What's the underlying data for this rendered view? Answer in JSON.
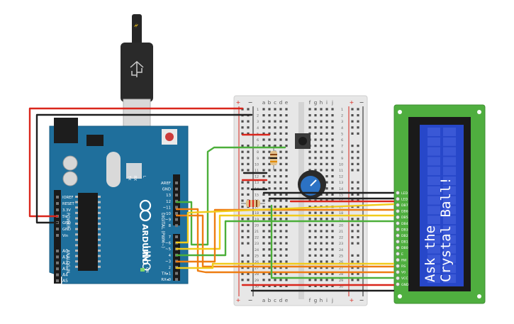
{
  "arduino": {
    "brand": "ARDUINO",
    "model": "UNO",
    "on_label": "ON",
    "tx_label": "TX",
    "rx_label": "RX",
    "l_label": "L",
    "power_label": "POWER",
    "analog_label": "ANALOG IN",
    "digital_label": "DIGITAL (PWM~)",
    "power_pins": [
      "IOREF",
      "RESET",
      "3.3V",
      "5V",
      "GND",
      "GND",
      "Vin"
    ],
    "analog_pins": [
      "A0",
      "A1",
      "A2",
      "A3",
      "A4",
      "A5"
    ],
    "digital_top": [
      "AREF",
      "GND",
      "13",
      "12",
      "~11",
      "~10",
      "~9",
      "8"
    ],
    "digital_bottom": [
      "7",
      "~6",
      "~5",
      "4",
      "~3",
      "2",
      "TX▸1",
      "RX◂0"
    ]
  },
  "breadboard": {
    "columns_left": [
      "a",
      "b",
      "c",
      "d",
      "e"
    ],
    "columns_right": [
      "f",
      "g",
      "h",
      "i",
      "j"
    ],
    "rows": [
      "1",
      "2",
      "3",
      "4",
      "5",
      "6",
      "7",
      "8",
      "9",
      "10",
      "11",
      "12",
      "13",
      "14",
      "15",
      "16",
      "17",
      "18",
      "19",
      "20",
      "21",
      "22",
      "23",
      "24",
      "25",
      "26",
      "27",
      "28",
      "29",
      "30"
    ],
    "plus": "+",
    "minus": "−"
  },
  "lcd": {
    "line1": "Ask the",
    "line2": "Crystal Ball!",
    "pins": [
      "LED",
      "LED",
      "DB7",
      "DB6",
      "DB5",
      "DB4",
      "DB3",
      "DB2",
      "DB1",
      "DB0",
      "E",
      "RW",
      "RS",
      "V0",
      "VCC",
      "GND"
    ]
  },
  "colors": {
    "board": "#1f6f9c",
    "red_wire": "#d9261c",
    "black_wire": "#1e1e1e",
    "orange_wire": "#ee7d11",
    "yellow_wire": "#f1cb1c",
    "green_wire": "#4caf3a",
    "lcd_pcb": "#4fae3f",
    "lcd_screen": "#2747c9"
  }
}
